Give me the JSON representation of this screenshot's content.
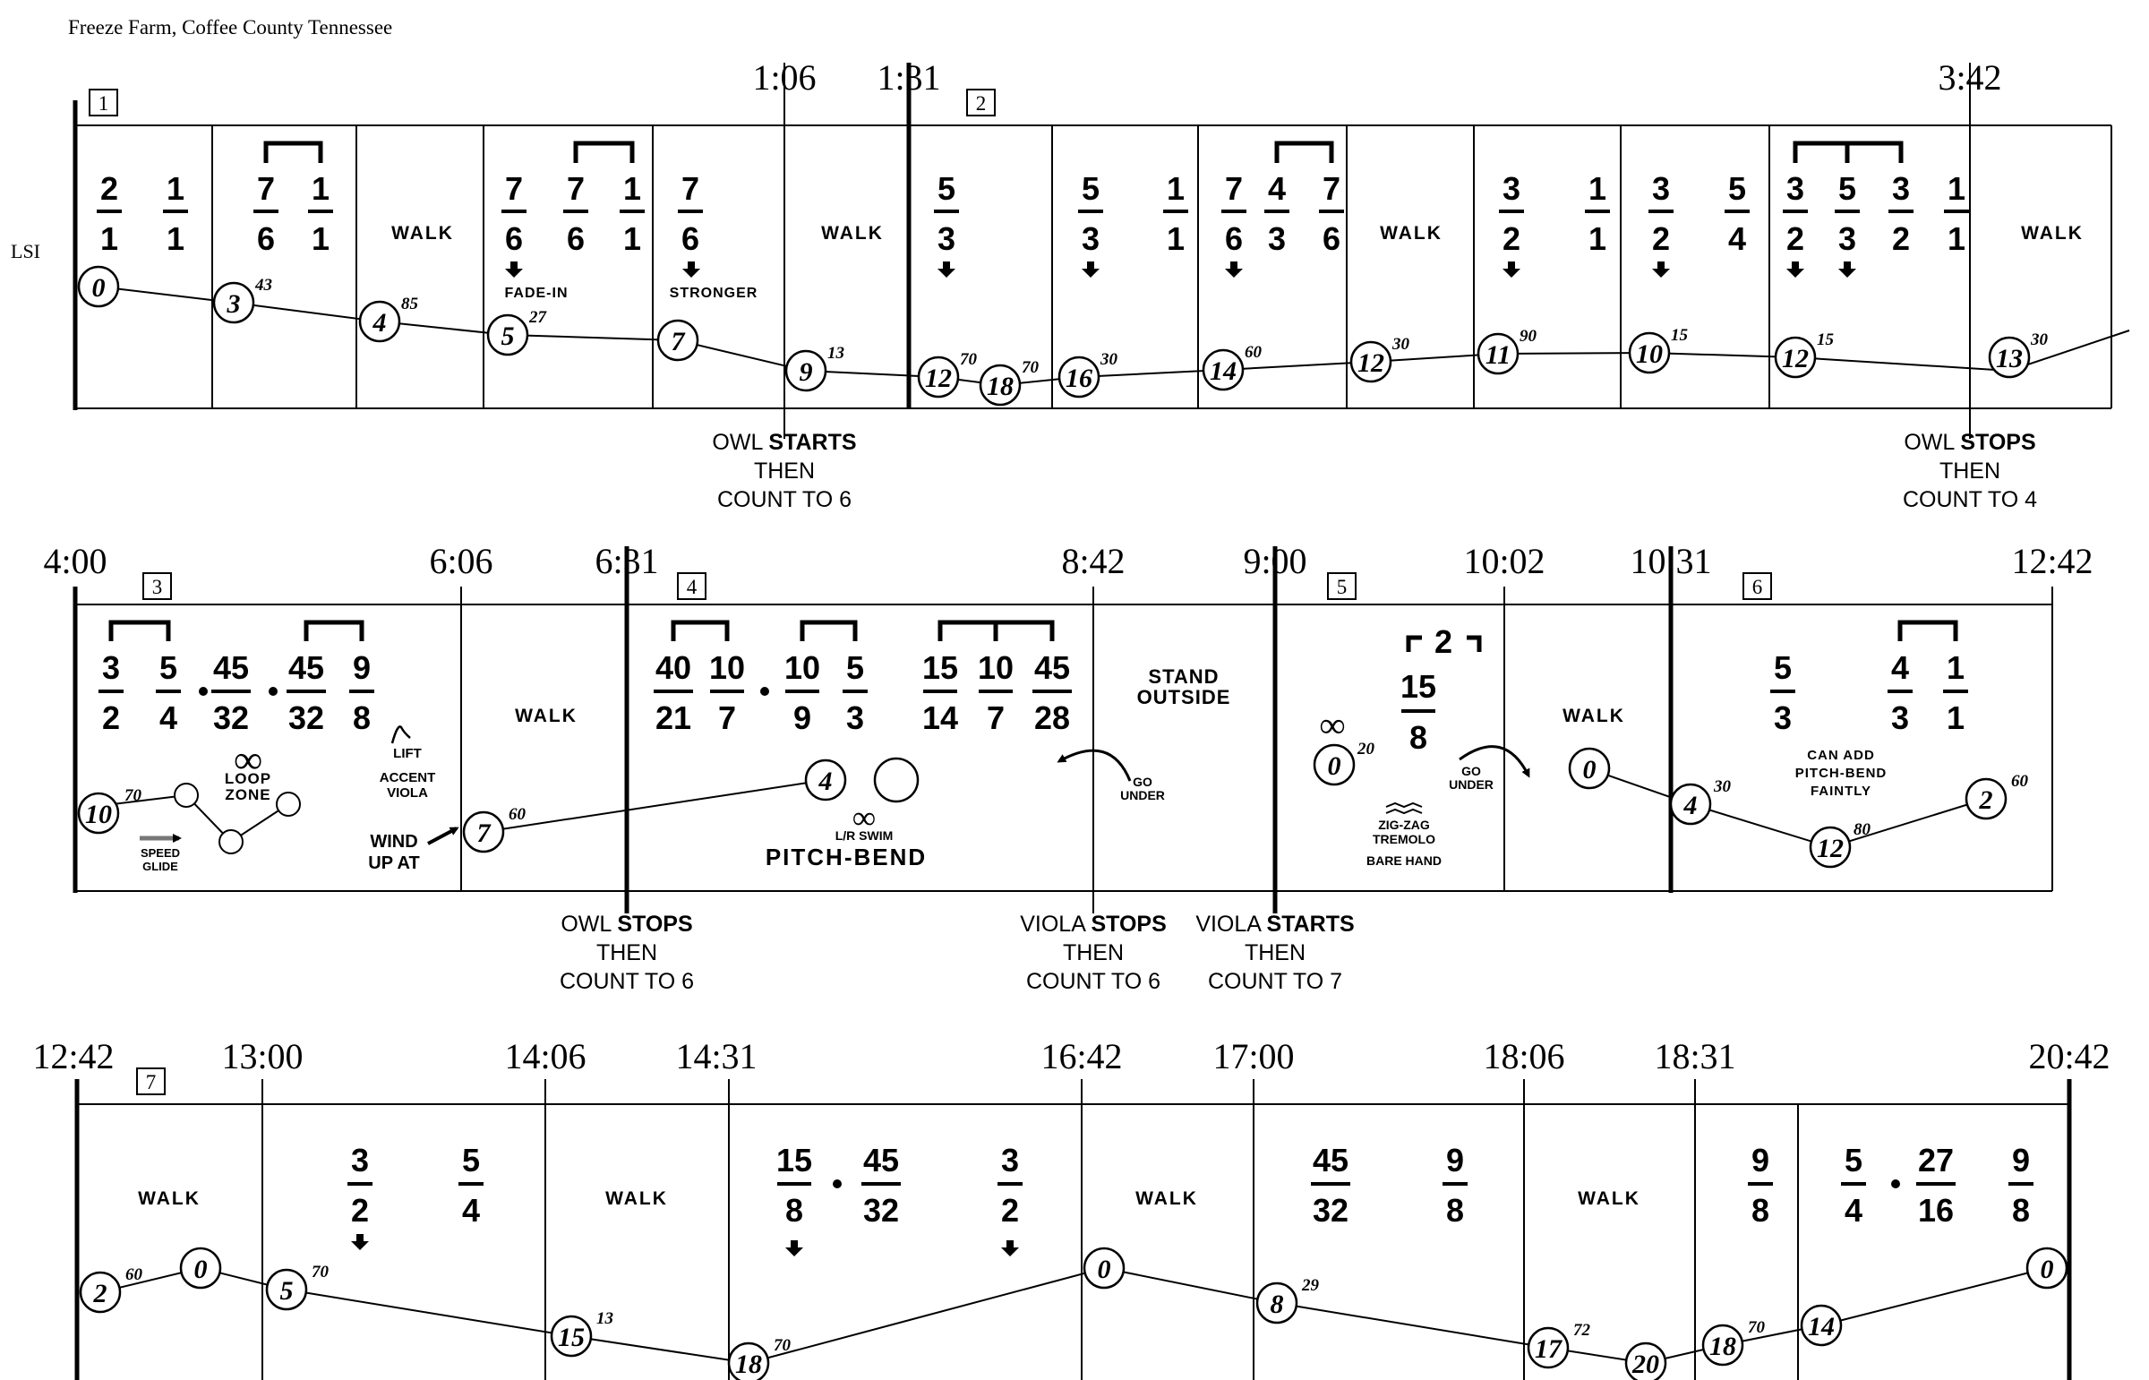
{
  "header": {
    "title": "Freeze Farm, Coffee County Tennessee"
  },
  "row1": {
    "side_label": "LSI",
    "times": [
      "1:06",
      "1:31",
      "3:42"
    ],
    "sections": [
      "1",
      "2"
    ],
    "fractions": [
      [
        "2",
        "1"
      ],
      [
        "1",
        "1"
      ],
      [
        "7",
        "6"
      ],
      [
        "1",
        "1"
      ],
      [
        "7",
        "6"
      ],
      [
        "7",
        "6"
      ],
      [
        "1",
        "1"
      ],
      [
        "7",
        "6"
      ],
      [
        "5",
        "3"
      ],
      [
        "5",
        "3"
      ],
      [
        "1",
        "1"
      ],
      [
        "7",
        "6"
      ],
      [
        "4",
        "3"
      ],
      [
        "7",
        "6"
      ],
      [
        "3",
        "2"
      ],
      [
        "1",
        "1"
      ],
      [
        "3",
        "2"
      ],
      [
        "5",
        "4"
      ],
      [
        "3",
        "2"
      ],
      [
        "5",
        "3"
      ],
      [
        "3",
        "2"
      ],
      [
        "1",
        "1"
      ]
    ],
    "walk": "WALK",
    "fade_in": "FADE-IN",
    "stronger": "STRONGER",
    "contour": [
      {
        "v": "0",
        "s": ""
      },
      {
        "v": "3",
        "s": "43"
      },
      {
        "v": "4",
        "s": "85"
      },
      {
        "v": "5",
        "s": "27"
      },
      {
        "v": "7",
        "s": ""
      },
      {
        "v": "9",
        "s": "13"
      },
      {
        "v": "12",
        "s": "70"
      },
      {
        "v": "18",
        "s": "70"
      },
      {
        "v": "16",
        "s": "30"
      },
      {
        "v": "14",
        "s": "60"
      },
      {
        "v": "12",
        "s": "30"
      },
      {
        "v": "11",
        "s": "90"
      },
      {
        "v": "10",
        "s": "15"
      },
      {
        "v": "12",
        "s": "15"
      },
      {
        "v": "13",
        "s": "30"
      }
    ],
    "cue_left": [
      "OWL",
      "STARTS",
      "THEN",
      "COUNT TO 6"
    ],
    "cue_right": [
      "OWL",
      "STOPS",
      "THEN",
      "COUNT TO 4"
    ]
  },
  "row2": {
    "times": [
      "4:00",
      "6:06",
      "6:31",
      "8:42",
      "9:00",
      "10:02",
      "10:31",
      "12:42"
    ],
    "sections": [
      "3",
      "4",
      "5",
      "6"
    ],
    "fractions": [
      [
        "3",
        "2"
      ],
      [
        "5",
        "4"
      ],
      [
        "45",
        "32"
      ],
      [
        "45",
        "32"
      ],
      [
        "9",
        "8"
      ],
      [
        "40",
        "21"
      ],
      [
        "10",
        "7"
      ],
      [
        "10",
        "9"
      ],
      [
        "5",
        "3"
      ],
      [
        "15",
        "14"
      ],
      [
        "10",
        "7"
      ],
      [
        "45",
        "28"
      ],
      [
        "15",
        "8"
      ],
      [
        "5",
        "3"
      ],
      [
        "4",
        "3"
      ],
      [
        "1",
        "1"
      ]
    ],
    "bracket_two": "2",
    "walk": "WALK",
    "infinity": "∞",
    "loop_zone": [
      "LOOP",
      "ZONE"
    ],
    "lift": "LIFT",
    "accent_viola": [
      "ACCENT",
      "VIOLA"
    ],
    "speed_glide": [
      "SPEED",
      "GLIDE"
    ],
    "wind_up": [
      "WIND",
      "UP AT"
    ],
    "lr_swim": "L/R SWIM",
    "pitch_bend": "PITCH-BEND",
    "stand_outside": [
      "STAND",
      "OUTSIDE"
    ],
    "go_under": [
      "GO",
      "UNDER"
    ],
    "zigzag": [
      "ZIG-ZAG",
      "TREMOLO",
      "BARE HAND"
    ],
    "can_add": [
      "CAN ADD",
      "PITCH-BEND",
      "FAINTLY"
    ],
    "circles": [
      {
        "v": "10",
        "s": "70"
      },
      {
        "v": "7",
        "s": "60"
      },
      {
        "v": "4",
        "s": ""
      },
      {
        "v": "0",
        "s": "20"
      },
      {
        "v": "0",
        "s": ""
      },
      {
        "v": "4",
        "s": "30"
      },
      {
        "v": "12",
        "s": "80"
      },
      {
        "v": "2",
        "s": "60"
      }
    ],
    "cues": [
      [
        "OWL",
        "STOPS",
        "THEN",
        "COUNT TO 6"
      ],
      [
        "VIOLA",
        "STOPS",
        "THEN",
        "COUNT TO 6"
      ],
      [
        "VIOLA",
        "STARTS",
        "THEN",
        "COUNT TO 7"
      ]
    ]
  },
  "row3": {
    "times": [
      "12:42",
      "13:00",
      "14:06",
      "14:31",
      "16:42",
      "17:00",
      "18:06",
      "18:31",
      "20:42"
    ],
    "sections": [
      "7"
    ],
    "fractions": [
      [
        "3",
        "2"
      ],
      [
        "5",
        "4"
      ],
      [
        "15",
        "8"
      ],
      [
        "45",
        "32"
      ],
      [
        "3",
        "2"
      ],
      [
        "45",
        "32"
      ],
      [
        "9",
        "8"
      ],
      [
        "9",
        "8"
      ],
      [
        "5",
        "4"
      ],
      [
        "27",
        "16"
      ],
      [
        "9",
        "8"
      ]
    ],
    "walk": "WALK",
    "contour": [
      {
        "v": "2",
        "s": "60"
      },
      {
        "v": "0",
        "s": ""
      },
      {
        "v": "5",
        "s": "70"
      },
      {
        "v": "15",
        "s": "13"
      },
      {
        "v": "18",
        "s": "70"
      },
      {
        "v": "0",
        "s": ""
      },
      {
        "v": "8",
        "s": "29"
      },
      {
        "v": "17",
        "s": "72"
      },
      {
        "v": "20",
        "s": ""
      },
      {
        "v": "18",
        "s": "70"
      },
      {
        "v": "14",
        "s": ""
      },
      {
        "v": "0",
        "s": ""
      }
    ]
  }
}
